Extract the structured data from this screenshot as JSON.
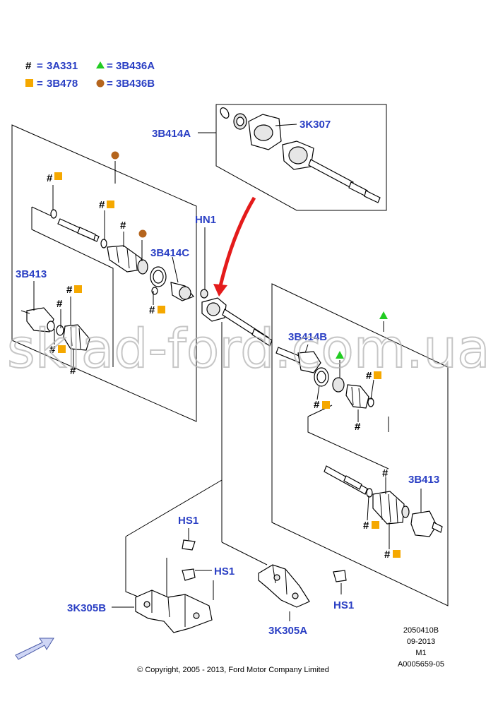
{
  "legend": {
    "hash_symbol": "#",
    "hash_code": "3A331",
    "square_code": "3B478",
    "triangle_code": "3B436A",
    "circle_code": "3B436B",
    "equals": "="
  },
  "symbol_colors": {
    "square": "#f5a800",
    "triangle": "#22cc22",
    "circle": "#b5651d",
    "callout_text": "#2a3fc4",
    "arrow": "#e41b1b"
  },
  "callouts": {
    "b414a": "3B414A",
    "k307": "3K307",
    "hn1": "HN1",
    "b414c": "3B414C",
    "b413_left": "3B413",
    "b414b": "3B414B",
    "b413_right": "3B413",
    "hs1_top": "HS1",
    "hs1_mid": "HS1",
    "hs1_right": "HS1",
    "k305b": "3K305B",
    "k305a": "3K305A"
  },
  "hash_labels": [
    "#",
    "#",
    "#",
    "#",
    "#",
    "#",
    "#",
    "#",
    "#",
    "#",
    "#",
    "#",
    "#"
  ],
  "info": {
    "line1": "2050410B",
    "line2": "09-2013",
    "line3": "M1",
    "line4": "A0005659-05"
  },
  "copyright": "© Copyright, 2005 - 2013, Ford Motor Company Limited",
  "watermark": "sklad-ford.com.ua",
  "icons": {
    "front_arrow": "front-direction-arrow-icon",
    "red_arrow": "red-pointer-arrow-icon"
  }
}
